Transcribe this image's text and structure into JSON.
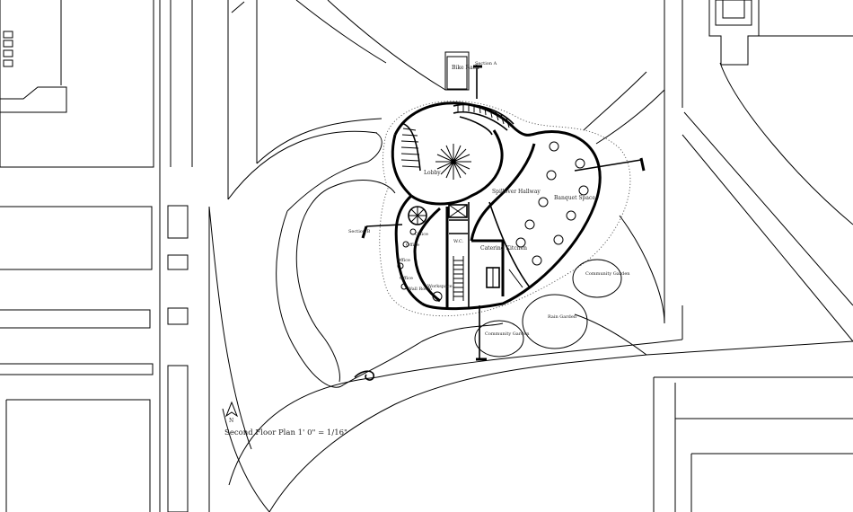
{
  "plan": {
    "caption": "Second Floor Plan 1' 0\" = 1/16\"",
    "north_label": "N",
    "rooms": {
      "bike_rack": "Bike Rack",
      "lobby": "Lobby",
      "spillover_hallway": "Spillover Hallway",
      "banquet_space": "Banquet Space",
      "catering_kitchen": "Catering Kitchen",
      "wc": "W.C.",
      "workspace": "Workspace",
      "wall_room": "Wall Room",
      "office_1": "Office",
      "office_2": "Office",
      "office_3": "Office",
      "office_4": "Office"
    },
    "sections": {
      "section_a": "Section A",
      "section_b": "Section B"
    },
    "gardens": {
      "community_garden_1": "Community Garden",
      "community_garden_2": "Community Garden",
      "rain_garden": "Rain Garden"
    }
  }
}
